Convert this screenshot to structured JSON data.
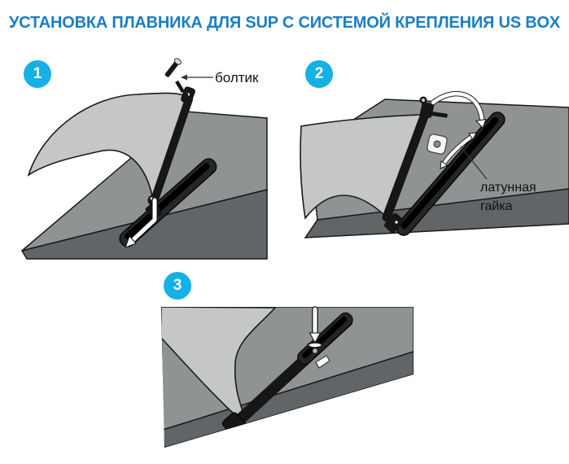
{
  "title": "УСТАНОВКА ПЛАВНИКА ДЛЯ SUP С СИСТЕМОЙ КРЕПЛЕНИЯ US BOX",
  "theme": {
    "title_color": "#1b7ec2",
    "badge_color": "#14b0e6",
    "fin_color": "#c5c7c7",
    "board_top_color": "#909394",
    "board_side_color": "#616567",
    "ink_color": "#161616",
    "background": "#ffffff"
  },
  "steps": [
    {
      "number": "1",
      "callout": "болтик"
    },
    {
      "number": "2",
      "callout": "латунная гайка"
    },
    {
      "number": "3",
      "callout": ""
    }
  ]
}
